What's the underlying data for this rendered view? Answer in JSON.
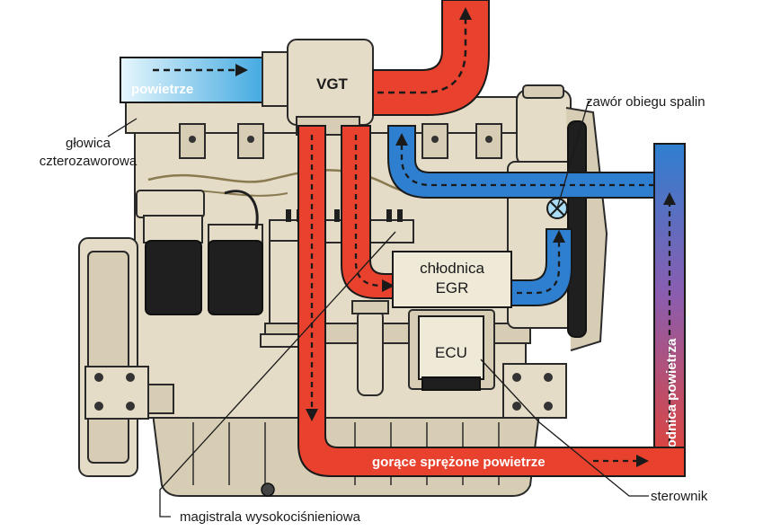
{
  "labels": {
    "powietrze": "powietrze",
    "vgt": "VGT",
    "glowica_line1": "głowica",
    "glowica_line2": "czterozaworowa",
    "zawor": "zawór obiegu spalin",
    "chlodnica_egr_line1": "chłodnica",
    "chlodnica_egr_line2": "EGR",
    "ecu": "ECU",
    "gorace": "gorące sprężone powietrze",
    "chlodnica_powietrza": "chłodnica powietrza",
    "sterownik": "sterownik",
    "magistrala": "magistrala wysokociśnieniowa"
  },
  "colors": {
    "hot_air": "#e8412e",
    "cool_air": "#2f7fd0",
    "intake_light": "#a9dcf2",
    "engine_body": "#e4dcc6"
  },
  "icons": {
    "egr_valve": "valve-cross-icon",
    "flow_arrows": "arrow-icon"
  }
}
